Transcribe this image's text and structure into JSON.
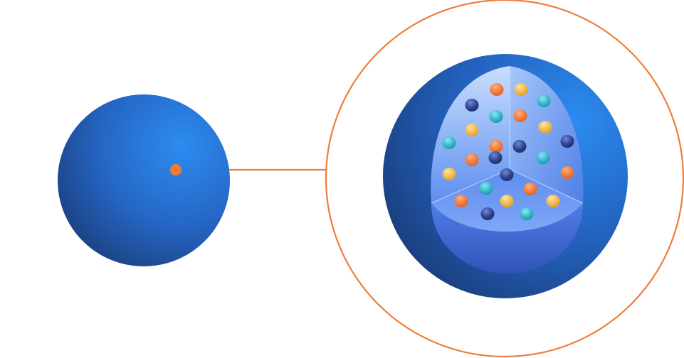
{
  "diagram": {
    "description_text": "",
    "colors": {
      "background": "#ffffff",
      "sphere_light": "#2a86e8",
      "sphere_dark": "#1c3f7a",
      "accent_orange": "#ef7d35",
      "cutaway_light": "#b9d3fb",
      "cutaway_mid": "#5b8cf0",
      "cutaway_dark": "#3b5cc9"
    },
    "particle_colors": {
      "orange": "#f2763a",
      "yellow": "#f0b548",
      "teal": "#2fb4c9",
      "navy": "#2b3f86"
    },
    "particles": [
      "orange",
      "yellow",
      "teal",
      "navy",
      "teal",
      "orange",
      "yellow",
      "yellow",
      "orange",
      "teal",
      "navy",
      "navy",
      "navy",
      "teal",
      "orange",
      "yellow",
      "navy",
      "orange",
      "orange",
      "teal",
      "yellow",
      "orange",
      "yellow",
      "navy",
      "teal"
    ],
    "elements": {
      "small_sphere": "sphere",
      "marker": "marker-dot",
      "connector": "connector-line",
      "magnifier": "magnifier-circle",
      "big_sphere": "sphere-cutaway"
    }
  }
}
